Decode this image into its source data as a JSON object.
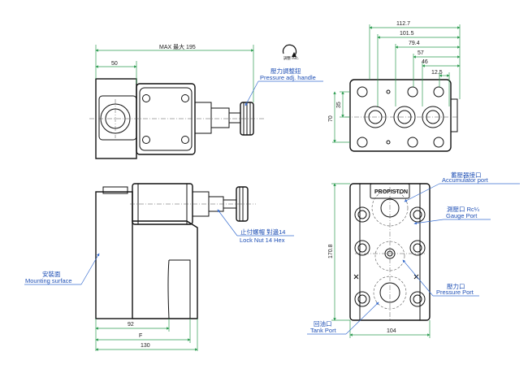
{
  "title_cn_max": "MAX 最大 195",
  "dims": {
    "d50": "50",
    "d92": "92",
    "dF": "F",
    "d130": "130",
    "d1127": "112.7",
    "d1015": "101.5",
    "d794": "79.4",
    "d57": "57",
    "d46": "46",
    "d125": "12.5",
    "d35": "35",
    "d70": "70",
    "d1708": "170.8",
    "d104": "104"
  },
  "rotation_label": "調整 INC.",
  "labels": {
    "pressure_handle_cn": "壓力調整鈕",
    "pressure_handle_en": "Pressure adj. handle",
    "locknut_cn": "止付螺帽  對邊14",
    "locknut_en": "Lock Nut 14 Hex",
    "mounting_cn": "安裝面",
    "mounting_en": "Mounting surface",
    "accum_cn": "蓄壓器接口",
    "accum_en": "Accumulator port",
    "gauge_cn": "測壓口 Rc¼",
    "gauge_en": "Gauge Port",
    "pressure_cn": "壓力口",
    "pressure_en": "Pressure Port",
    "tank_cn": "回油口",
    "tank_en": "Tank Port",
    "brand": "PROPISTON"
  },
  "colors": {
    "dimension": "#2e9d52",
    "leader": "#3a6fd0",
    "outline": "#111111"
  }
}
